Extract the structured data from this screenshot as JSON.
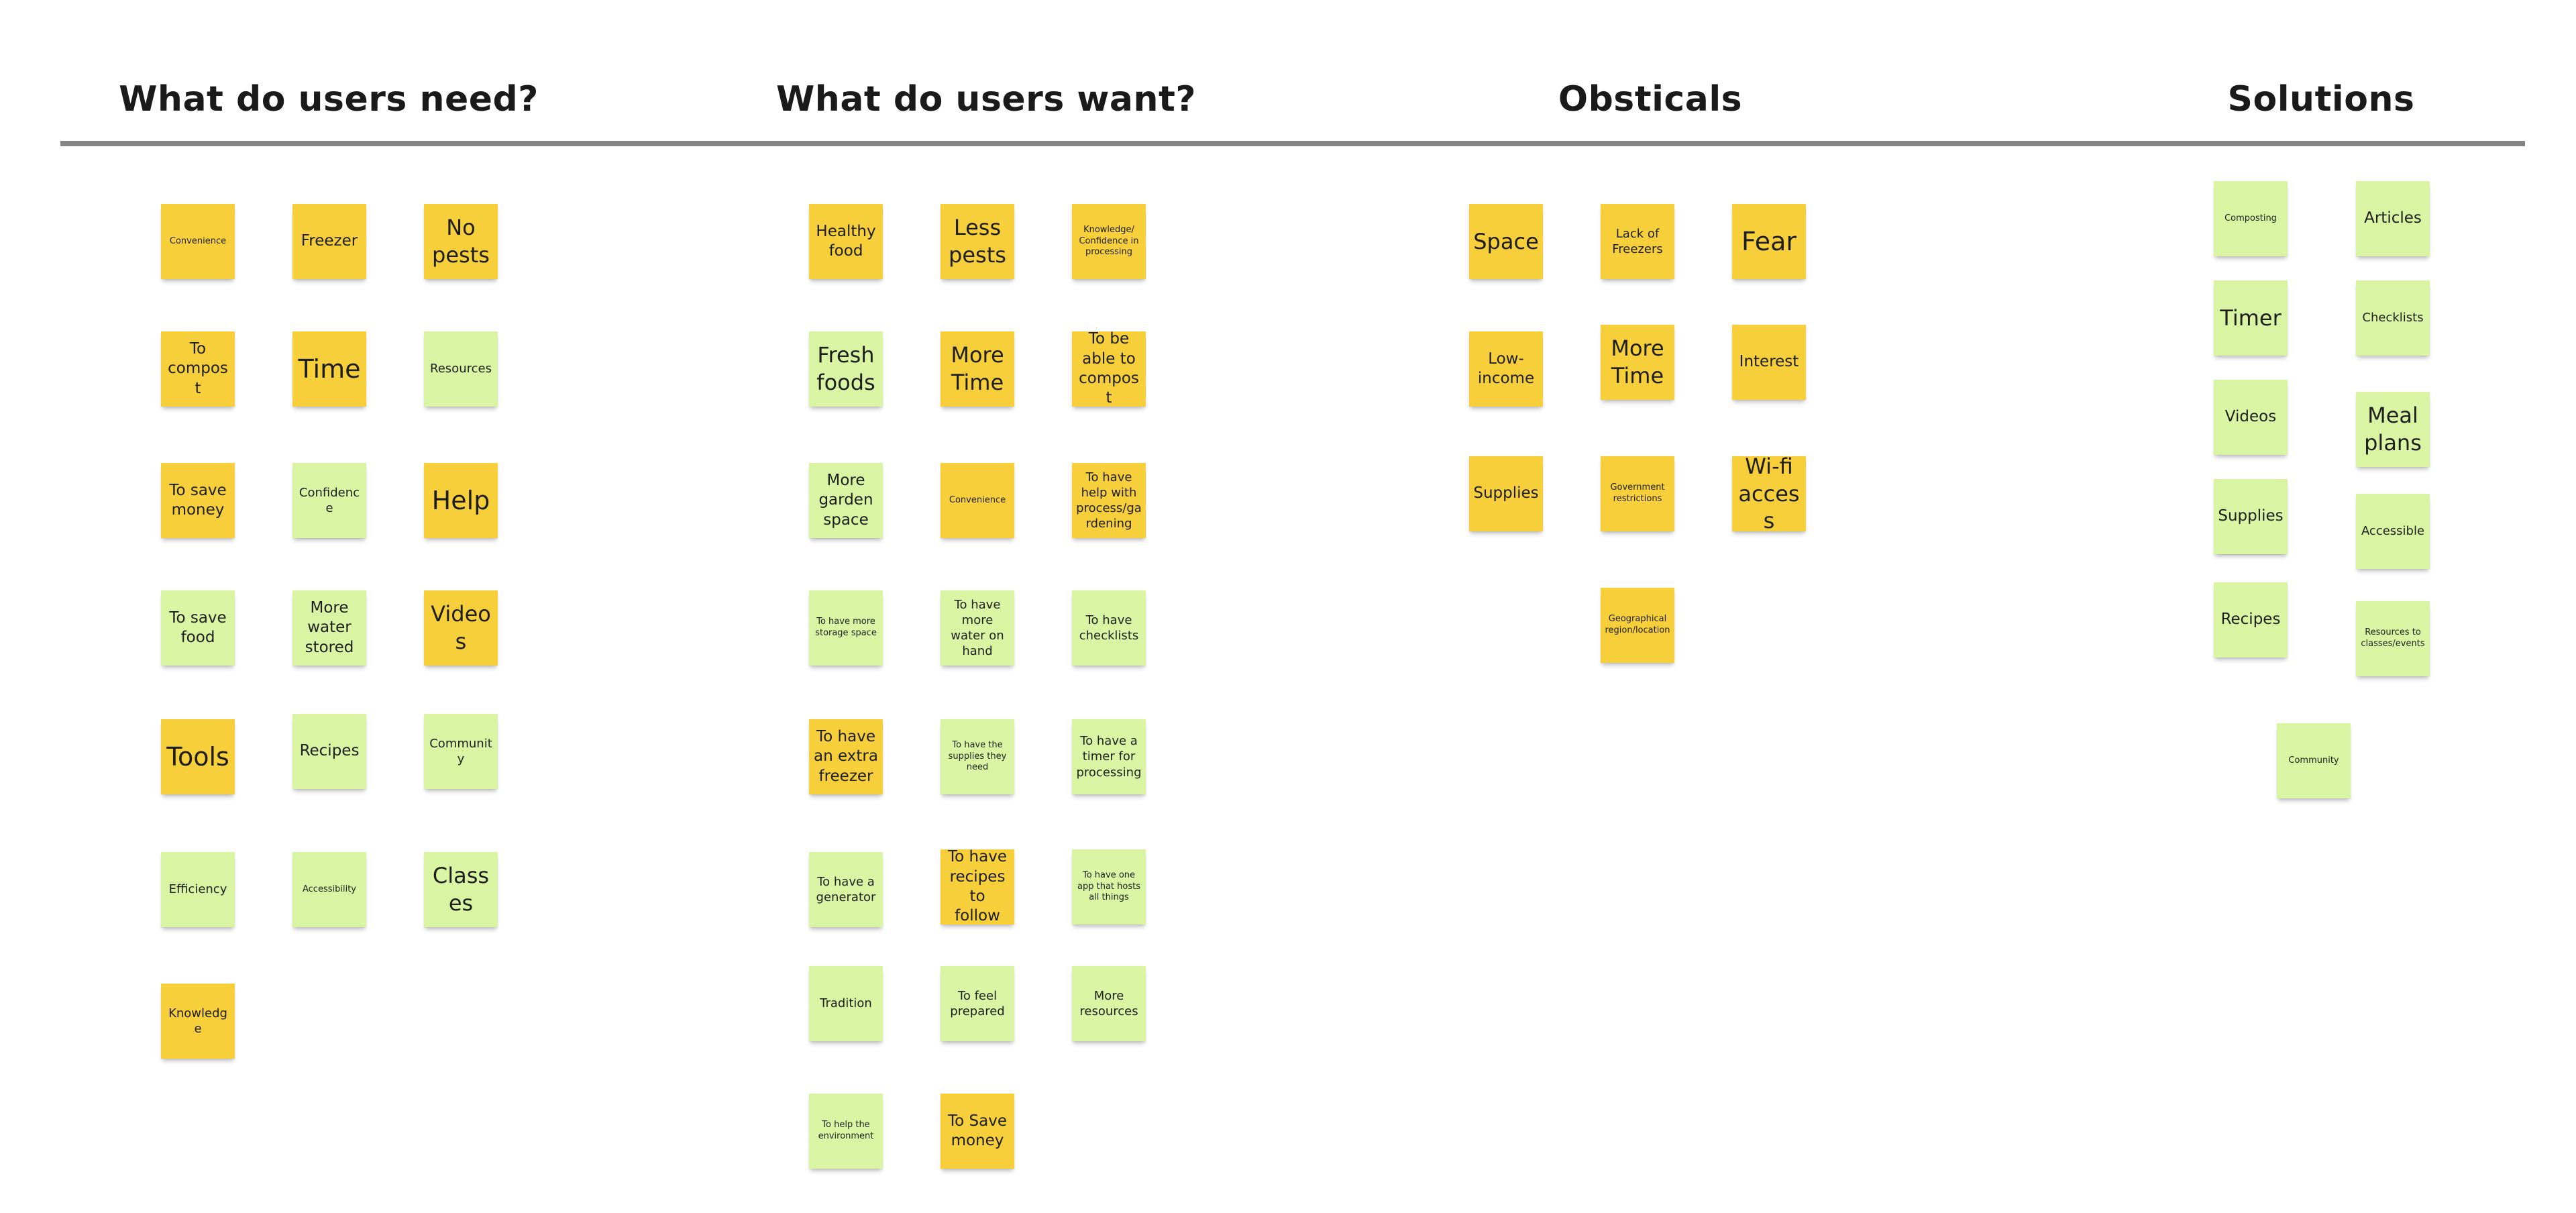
{
  "colors": {
    "yellow_note": "#f6cf3a",
    "green_note": "#d9f5a3",
    "divider": "#848484",
    "heading_text": "#1a1a1a"
  },
  "headings": {
    "need": "What do users need?",
    "want": "What do users want?",
    "obstacles": "Obsticals",
    "solutions": "Solutions"
  },
  "need_notes": [
    "Convenience",
    "Freezer",
    "No pests",
    "To compost",
    "Time",
    "Resources",
    "To save money",
    "Confidence",
    "Help",
    "To save food",
    "More water stored",
    "Videos",
    "Tools",
    "Recipes",
    "Community",
    "Efficiency",
    "Accessibility",
    "Classes",
    "Knowledge"
  ],
  "want_notes": [
    "Healthy food",
    "Less pests",
    "Knowledge/ Confidence in processing",
    "Fresh foods",
    "More Time",
    "To be able to compost",
    "More garden space",
    "Convenience",
    "To have help with process/gardening",
    "To have more storage space",
    "To have more water on hand",
    "To have checklists",
    "To have an extra freezer",
    "To have the supplies they need",
    "To have a timer for processing",
    "To have a generator",
    "To have recipes to follow",
    "To have one app that hosts all things",
    "Tradition",
    "To feel prepared",
    "More resources",
    "To help the environment",
    "To Save money"
  ],
  "obstacle_notes": [
    "Space",
    "Lack of Freezers",
    "Fear",
    "Low-income",
    "More Time",
    "Interest",
    "Supplies",
    "Government restrictions",
    "Wi-fi access",
    "Geographical region/location"
  ],
  "solution_notes": [
    "Composting",
    "Articles",
    "Timer",
    "Checklists",
    "Videos",
    "Meal plans",
    "Supplies",
    "Accessible",
    "Recipes",
    "Resources to classes/events",
    "Community"
  ]
}
